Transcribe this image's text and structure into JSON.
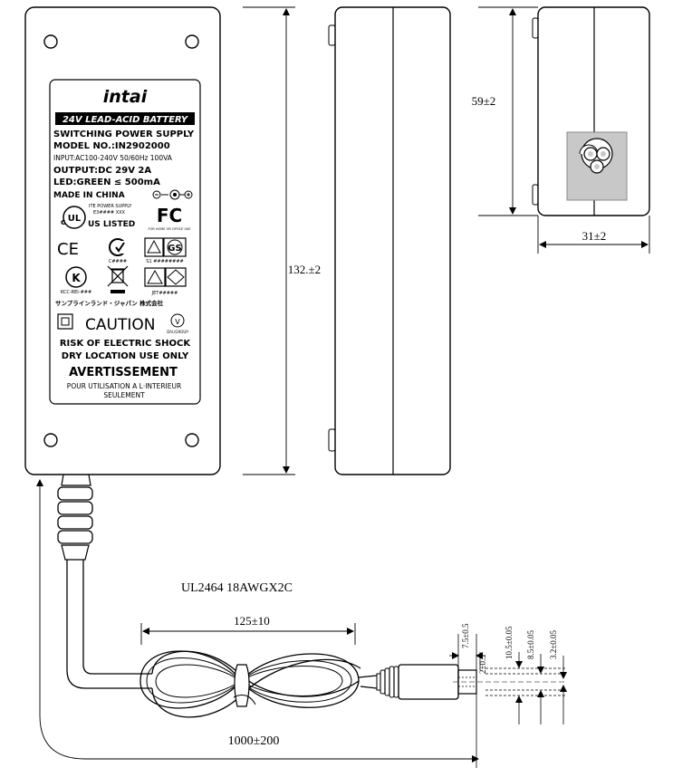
{
  "label": {
    "brand": "intai",
    "battery_banner": "24V LEAD-ACID BATTERY",
    "line1": "SWITCHING POWER SUPPLY",
    "line2": "MODEL NO.:IN2902000",
    "line3": "INPUT:AC100-240V 50/60Hz 100VA",
    "line4": "OUTPUT:DC 29V 2A",
    "line5": "LED:GREEN ≤ 500mA",
    "line6": "MADE IN CHINA",
    "ul_text_a": "ITE POWER SUPPLY",
    "ul_text_b": "E3####  XXX",
    "ul_listed": "US LISTED",
    "fc_sub": "FOR HOME OR OFFICE USE",
    "c_tick_code": "C####",
    "gs_code": "S1 ########",
    "kc_code": "KCC-REI-###",
    "jp_code": "JET#####",
    "jp_line": "サンプラインランド・ジャパン 株式会社",
    "caution": "CAUTION",
    "v_mark": "V",
    "v_sub": "DIV./GROUP",
    "warning1": "RISK OF ELECTRIC SHOCK",
    "warning2": "DRY LOCATION USE ONLY",
    "avertissement": "AVERTISSEMENT",
    "fr1": "POUR UTILISATION A L·INTERIEUR",
    "fr2": "SEULEMENT",
    "ce": "CE",
    "fc": "FC",
    "c_mark": "C",
    "gs": "GS",
    "ul": "UL"
  },
  "dimensions": {
    "length": "132.±2",
    "height": "59±2",
    "width": "31±2",
    "cable_spec": "UL2464 18AWGX2C",
    "coil": "125±10",
    "cable_length": "1000±200",
    "plug_7_5": "7.5±0.5",
    "plug_2_5": "2±0.5",
    "plug_10_5": "10.5±0.05",
    "plug_8_5": "8.5±0.05",
    "plug_3_2": "3.2±0.05"
  }
}
